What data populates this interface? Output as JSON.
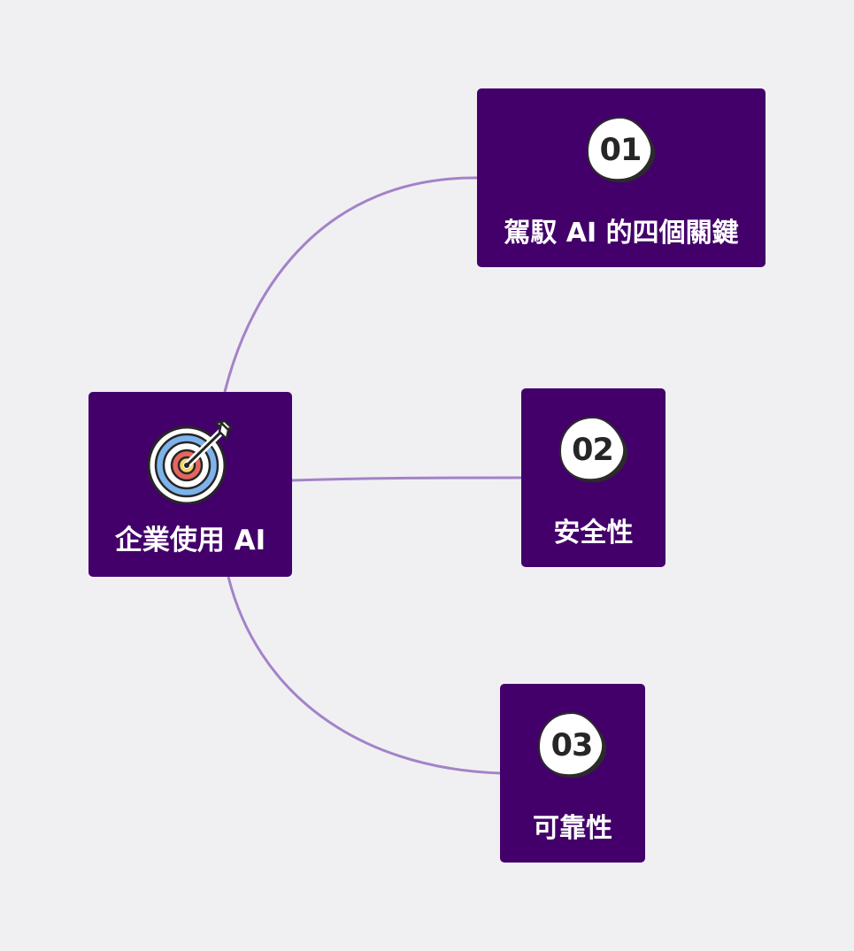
{
  "center": {
    "label": "企業使用 AI",
    "icon": "target-dart-icon"
  },
  "branches": [
    {
      "number": "01",
      "label": "駕馭 AI 的四個關鍵"
    },
    {
      "number": "02",
      "label": "安全性"
    },
    {
      "number": "03",
      "label": "可靠性"
    }
  ],
  "colors": {
    "background": "#f0f0f3",
    "card": "#43006a",
    "connector": "#a383c8",
    "text": "#ffffff",
    "badge_fill": "#ffffff",
    "badge_shadow": "#2b2b2b"
  }
}
